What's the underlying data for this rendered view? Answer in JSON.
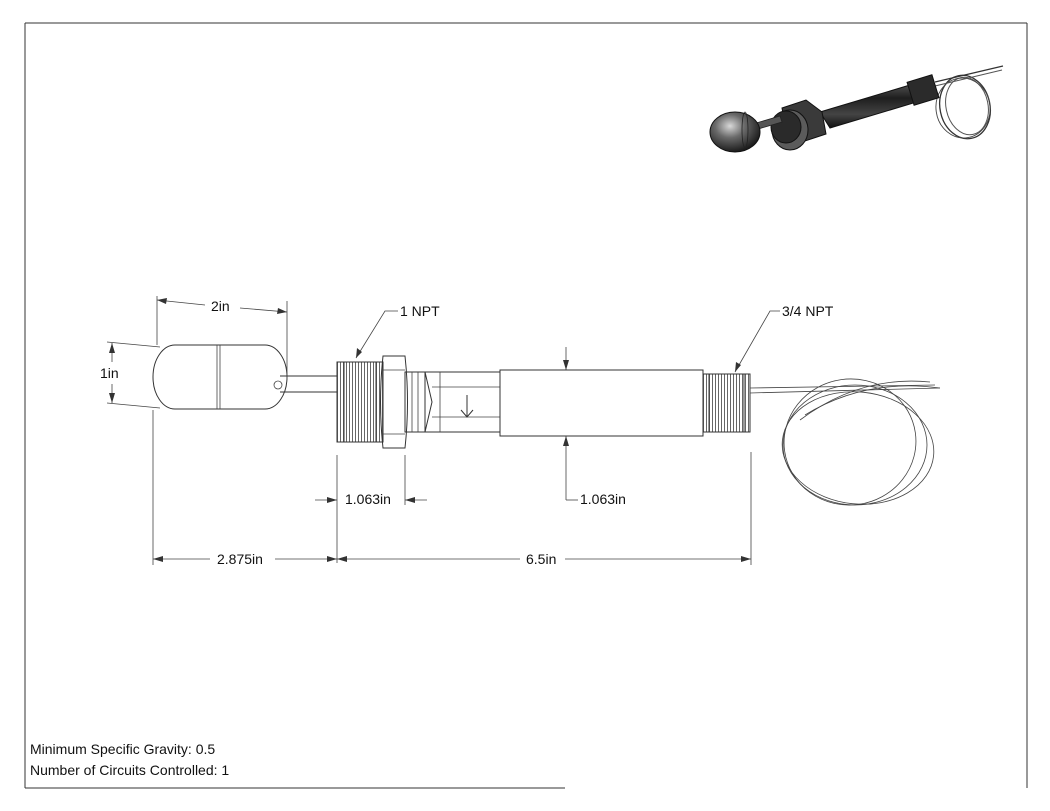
{
  "dimensions": {
    "float_length": "2in",
    "float_diameter": "1in",
    "hex_width": "1.063in",
    "body_diameter": "1.063in",
    "float_to_thread": "2.875in",
    "thread_to_end": "6.5in"
  },
  "callouts": {
    "npt_main": "1 NPT",
    "npt_end": "3/4 NPT"
  },
  "specs": {
    "min_specific_gravity": "Minimum Specific Gravity: 0.5",
    "circuits_controlled": "Number of Circuits Controlled: 1"
  },
  "colors": {
    "line": "#333333",
    "render_dark": "#2a2a2a",
    "render_light": "#9a9a9a"
  }
}
